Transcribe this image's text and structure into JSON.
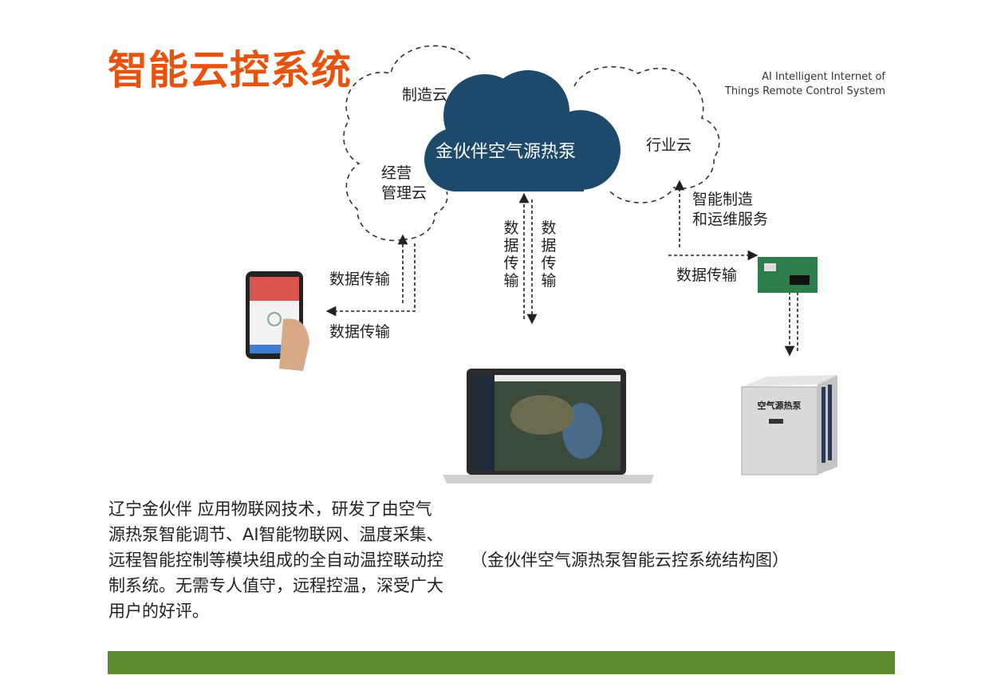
{
  "title": "智能云控系统",
  "subtitle_lines": [
    "AI Intelligent Internet of",
    "Things Remote Control System"
  ],
  "clouds": {
    "center": "金伙伴空气源热泵",
    "manufacturing": "制造云",
    "management_line1": "经营",
    "management_line2": "管理云",
    "industry": "行业云"
  },
  "labels": {
    "data_transfer": "数据传输",
    "service_line1": "智能制造",
    "service_line2": "和运维服务"
  },
  "devices": {
    "heat_pump_label": "空气源热泵"
  },
  "description": "辽宁金伙伴 应用物联网技术，研发了由空气源热泵智能调节、AI智能物联网、温度采集、远程智能控制等模块组成的全自动温控联动控制系统。无需专人值守，远程控温，深受广大用户的好评。",
  "caption": "（金伙伴空气源热泵智能云控系统结构图）",
  "colors": {
    "title": "#e8520f",
    "cloud": "#1d4a6b",
    "bar": "#5e8a30"
  }
}
